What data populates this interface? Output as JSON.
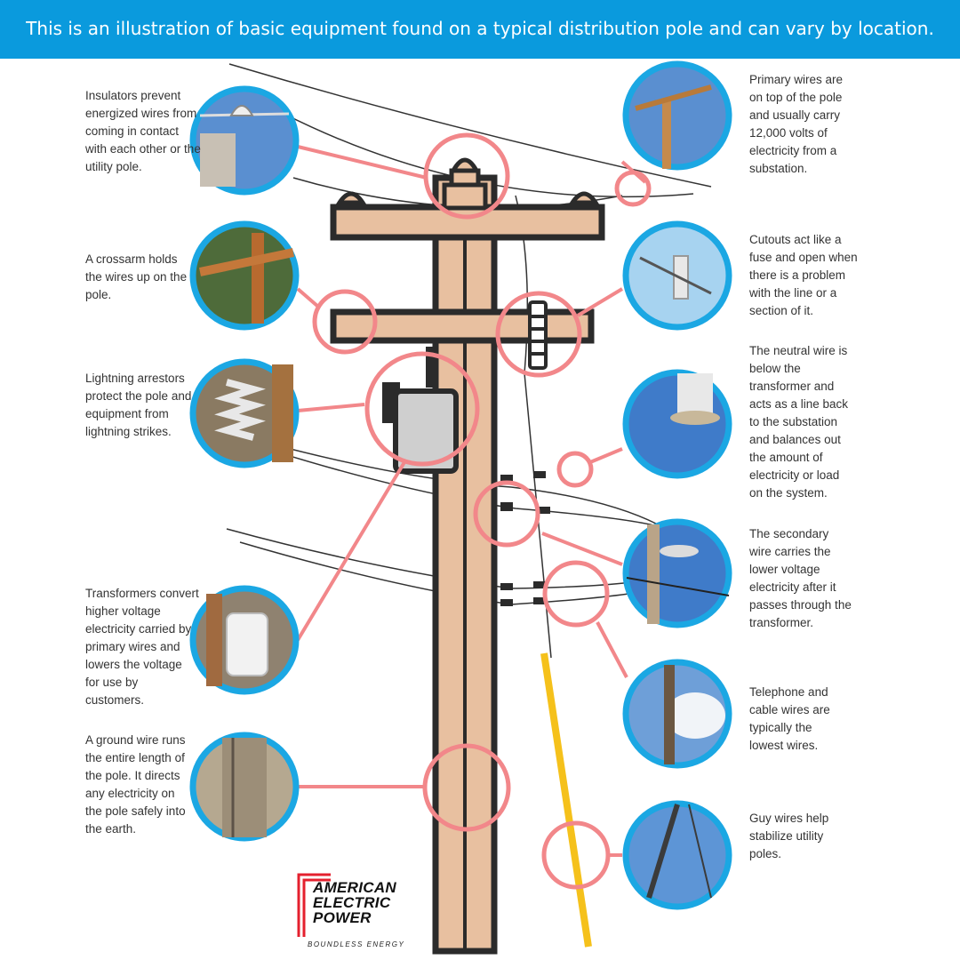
{
  "banner": {
    "text": "This is an illustration of basic equipment found on a typical distribution pole and can vary by location."
  },
  "colors": {
    "banner": "#0a9add",
    "callout": "#f2878a",
    "ring": "#1ba7e3",
    "pole": "#e8c0a0",
    "outline": "#2b2b2b",
    "guy_wire_guard": "#f5c11b",
    "logo_red": "#e4202e"
  },
  "callouts": {
    "insulators": "Insulators prevent energized wires from coming in contact with each other or the utility pole.",
    "crossarm": "A crossarm holds the wires up on the pole.",
    "lightning_arrestors": "Lightning arrestors protect the pole and equipment from lightning strikes.",
    "transformers": "Transformers convert higher voltage electricity carried by primary wires and lowers the voltage for use by customers.",
    "ground_wire": "A ground wire runs the entire length of the pole. It directs any electricity on the pole safely into the earth.",
    "primary_wires": "Primary wires are on top of the pole and usually carry 12,000 volts of electricity from a substation.",
    "cutouts": "Cutouts act like a fuse and open when there is a problem with the line or a section of it.",
    "neutral_wire": "The neutral wire is below the transformer and acts as a line back to the substation and balances out the amount of electricity or load on the system.",
    "secondary_wire": "The secondary wire carries the lower voltage electricity after it passes through the transformer.",
    "telephone_cable": "Telephone and cable wires are typically the lowest wires.",
    "guy_wires": "Guy wires help stabilize utility poles."
  },
  "logo": {
    "line1": "AMERICAN",
    "line2": "ELECTRIC",
    "line3": "POWER",
    "tagline": "BOUNDLESS ENERGY"
  }
}
